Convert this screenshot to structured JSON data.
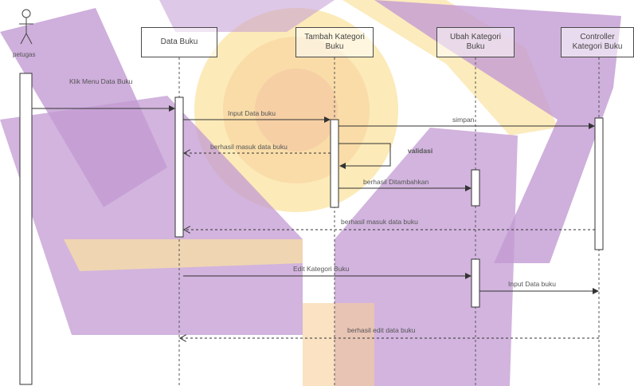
{
  "actor": {
    "label": "petugas",
    "icon": "actor-stick-figure-icon"
  },
  "lifelines": [
    {
      "id": "data-buku",
      "label": "Data Buku"
    },
    {
      "id": "tambah-kategori",
      "label": "Tambah Kategori\nBuku"
    },
    {
      "id": "ubah-kategori",
      "label": "Ubah Kategori\nBuku"
    },
    {
      "id": "controller",
      "label": "Controller\nKategori  Buku"
    }
  ],
  "messages": [
    {
      "id": "klik-menu",
      "text": "Klik Menu Data Buku",
      "type": "sync"
    },
    {
      "id": "input-data",
      "text": "Input  Data buku",
      "type": "sync"
    },
    {
      "id": "simpan",
      "text": "simpan",
      "type": "sync"
    },
    {
      "id": "berhasil-masuk-1",
      "text": "berhasil masuk data buku",
      "type": "return"
    },
    {
      "id": "validasi",
      "text": "validasi",
      "type": "self"
    },
    {
      "id": "berhasil-ditambahkan",
      "text": "berhasil Ditambahkan",
      "type": "sync"
    },
    {
      "id": "berhasil-masuk-2",
      "text": "berhasil masuk data buku",
      "type": "return"
    },
    {
      "id": "edit-kategori",
      "text": "Edit Kategori Buku",
      "type": "sync"
    },
    {
      "id": "input-data-2",
      "text": "Input  Data  buku",
      "type": "sync"
    },
    {
      "id": "berhasil-edit",
      "text": "berhasil edit data buku",
      "type": "return"
    }
  ],
  "colors": {
    "watermark_purple": "#c39bd3",
    "watermark_yellow": "#fbe3a0",
    "watermark_pink": "#f2b6a0",
    "line": "#333333"
  }
}
